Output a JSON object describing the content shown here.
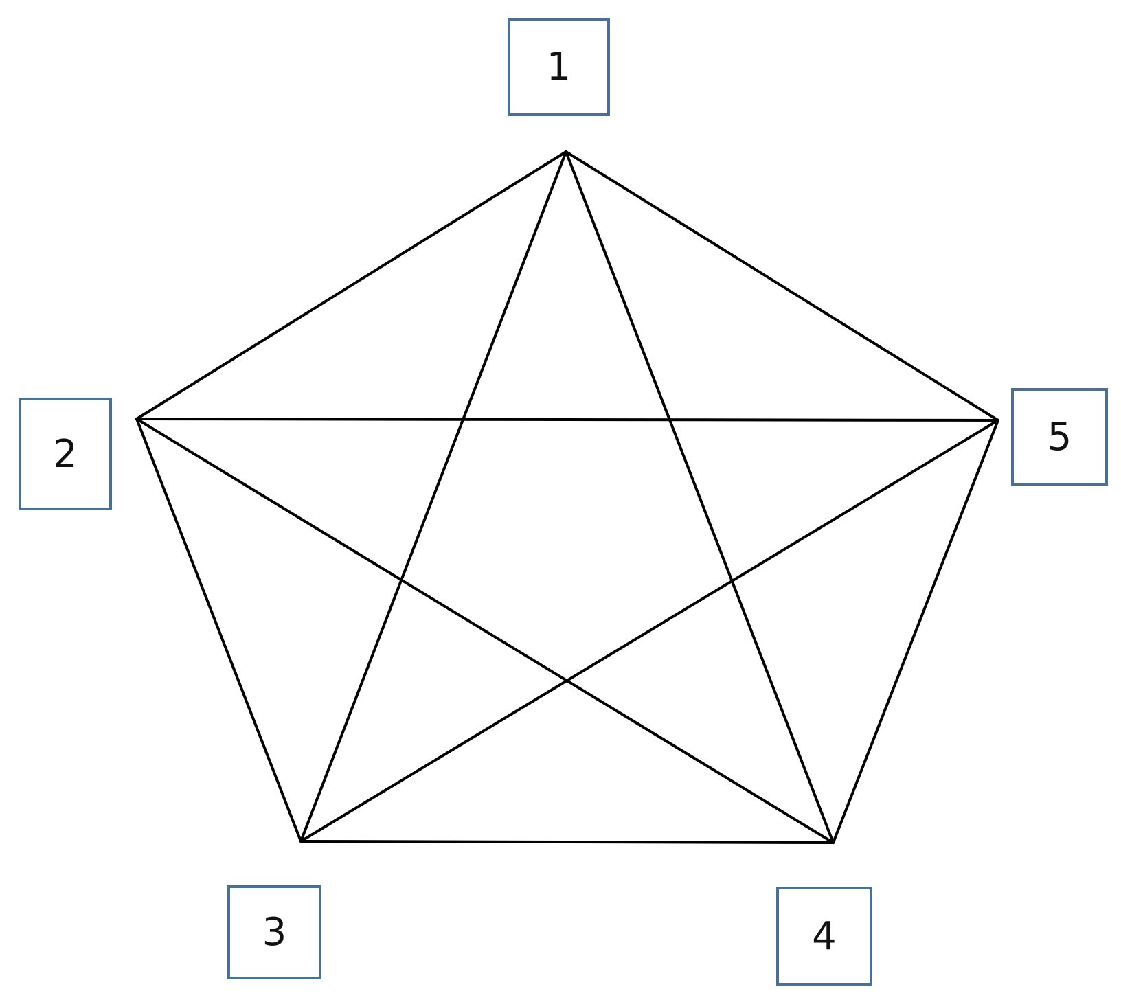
{
  "nodes": [
    {
      "id": "1",
      "label": "1"
    },
    {
      "id": "2",
      "label": "2"
    },
    {
      "id": "3",
      "label": "3"
    },
    {
      "id": "4",
      "label": "4"
    },
    {
      "id": "5",
      "label": "5"
    }
  ],
  "edges": [
    [
      "1",
      "2"
    ],
    [
      "1",
      "3"
    ],
    [
      "1",
      "4"
    ],
    [
      "1",
      "5"
    ],
    [
      "2",
      "3"
    ],
    [
      "2",
      "4"
    ],
    [
      "2",
      "5"
    ],
    [
      "3",
      "4"
    ],
    [
      "3",
      "5"
    ],
    [
      "4",
      "5"
    ]
  ],
  "colors": {
    "edge": "#000000",
    "box_border": "#4a6f99",
    "label": "#111111",
    "background": "#ffffff"
  }
}
